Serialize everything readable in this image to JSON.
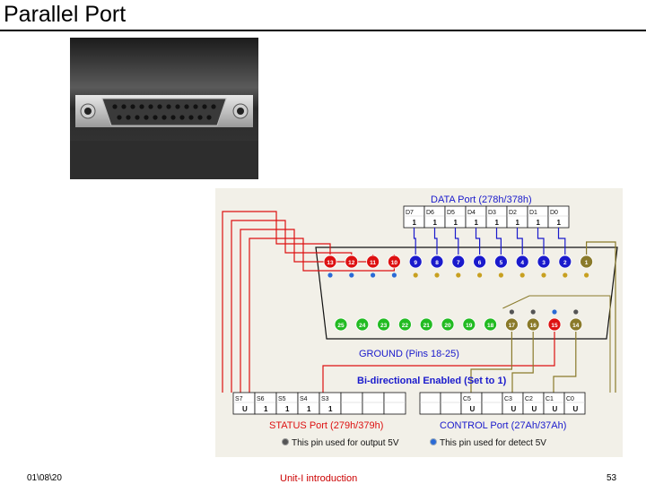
{
  "slide": {
    "title": "Parallel Port",
    "footer_date": "01\\08\\20",
    "footer_title": "Unit-I introduction",
    "page_number": "53"
  },
  "diagram": {
    "data_port_title": "DATA Port (278h/378h)",
    "data_bits": [
      "D7",
      "D6",
      "D5",
      "D4",
      "D3",
      "D2",
      "D1",
      "D0"
    ],
    "data_values": [
      "1",
      "1",
      "1",
      "1",
      "1",
      "1",
      "1",
      "1"
    ],
    "top_row_pins": [
      "13",
      "12",
      "11",
      "10",
      "9",
      "8",
      "7",
      "6",
      "5",
      "4",
      "3",
      "2",
      "1"
    ],
    "bottom_row_pins": [
      "25",
      "24",
      "23",
      "22",
      "21",
      "20",
      "19",
      "18",
      "17",
      "16",
      "15",
      "14"
    ],
    "ground_label": "GROUND (Pins 18-25)",
    "bidirectional_label": "Bi-directional Enabled (Set to 1)",
    "status_bits": [
      "S7",
      "S6",
      "S5",
      "S4",
      "S3",
      "",
      "",
      ""
    ],
    "status_values": [
      "U",
      "1",
      "1",
      "1",
      "1",
      "",
      "",
      ""
    ],
    "control_bits": [
      "",
      "",
      "C5",
      "",
      "C3",
      "C2",
      "C1",
      "C0"
    ],
    "control_values": [
      "",
      "",
      "U",
      "",
      "U",
      "U",
      "U",
      "U"
    ],
    "status_title": "STATUS Port (279h/379h)",
    "control_title": "CONTROL Port (27Ah/37Ah)",
    "legend_output": "This pin used for output 5V",
    "legend_detect": "This pin used for detect 5V",
    "colors": {
      "data": "#1a1acc",
      "status": "#dd1111",
      "control": "#8a7a2a",
      "ground": "#22bb22",
      "panel_bg": "#f2f0e8"
    }
  }
}
